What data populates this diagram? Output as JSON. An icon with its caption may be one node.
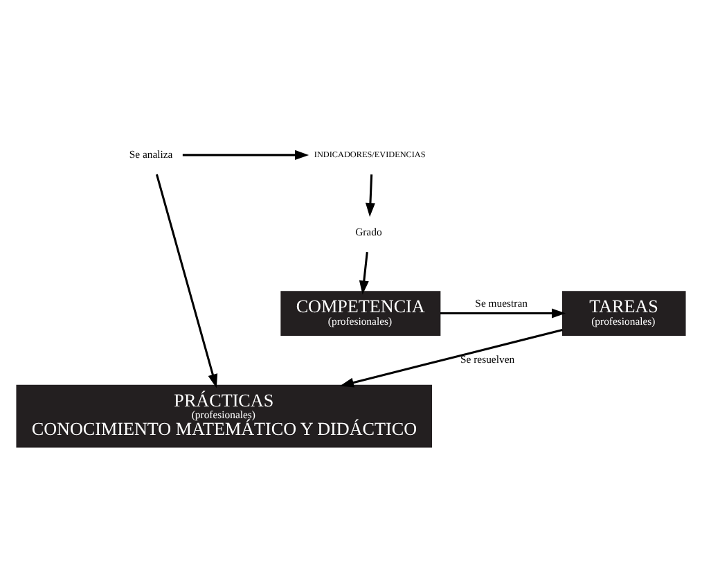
{
  "diagram": {
    "nodes": [
      {
        "text": [
          "TAREAS",
          "(profesionales)"
        ]
      },
      {
        "text": [
          "COMPETENCIA",
          "(profesionales)"
        ]
      },
      {
        "text": [
          "PRÁCTICAS",
          "(profesionales)",
          "CONOCIMIENTO MATEMÁTICO Y DIDÁCTICO"
        ]
      },
      {
        "text": [
          "Se analiza"
        ]
      },
      {
        "text": [
          "INDICADORES/EVIDENCIAS"
        ]
      },
      {
        "text": [
          "Grado"
        ]
      }
    ],
    "edges": [
      {
        "from": 1,
        "to": 0,
        "arrow": "to",
        "label": "Se muestran"
      },
      {
        "from": 0,
        "to": 2,
        "arrow": "to",
        "label": "Se resuelven"
      },
      {
        "from": 3,
        "to": 2,
        "arrow": "to"
      },
      {
        "from": 3,
        "to": 4,
        "arrow": "to"
      },
      {
        "from": 4,
        "to": 5,
        "arrow": "to"
      },
      {
        "from": 5,
        "to": 1,
        "arrow": "to"
      }
    ]
  }
}
